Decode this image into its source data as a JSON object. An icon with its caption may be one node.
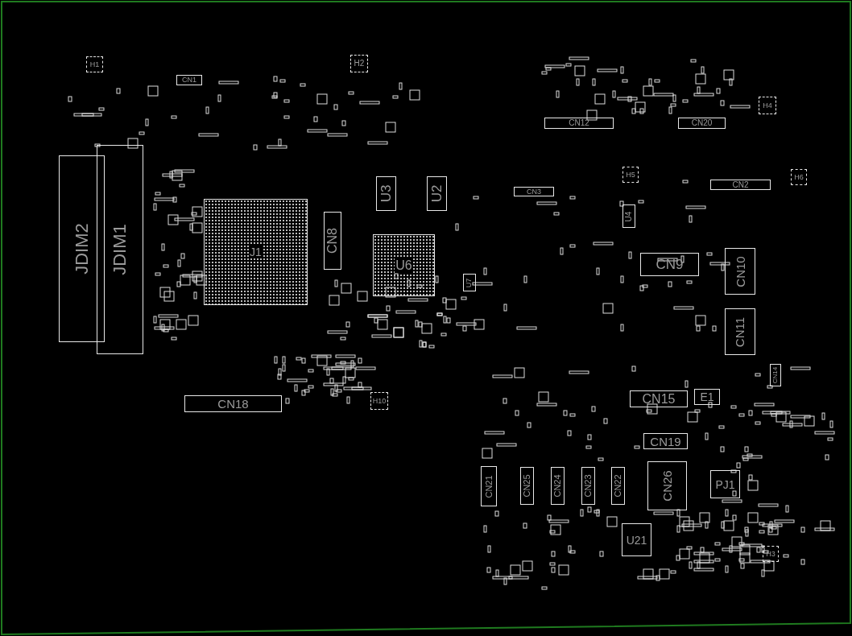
{
  "diagram": {
    "nodes": [
      {
        "text": [
          "H1"
        ]
      },
      {
        "text": [
          "CN1"
        ]
      },
      {
        "text": [
          "H2"
        ]
      },
      {
        "text": [
          "CN12"
        ]
      },
      {
        "text": [
          "CN20"
        ]
      },
      {
        "text": [
          "H4"
        ]
      },
      {
        "text": [
          "JDIM2"
        ]
      },
      {
        "text": [
          "JDIM1"
        ]
      },
      {
        "text": [
          "H5"
        ]
      },
      {
        "text": [
          "H6"
        ]
      },
      {
        "text": [
          "U3"
        ]
      },
      {
        "text": [
          "U2"
        ]
      },
      {
        "text": [
          "CN3"
        ]
      },
      {
        "text": [
          "CN2"
        ]
      },
      {
        "text": [
          "J1"
        ]
      },
      {
        "text": [
          "CN8"
        ]
      },
      {
        "text": [
          "U4"
        ]
      },
      {
        "text": [
          "U6"
        ]
      },
      {
        "text": [
          "CN9"
        ]
      },
      {
        "text": [
          "CN10"
        ]
      },
      {
        "text": [
          "U7"
        ]
      },
      {
        "text": [
          "CN11"
        ]
      },
      {
        "text": [
          "CN14"
        ]
      },
      {
        "text": [
          "H10"
        ]
      },
      {
        "text": [
          "CN18"
        ]
      },
      {
        "text": [
          "CN15"
        ]
      },
      {
        "text": [
          "E1"
        ]
      },
      {
        "text": [
          "CN19"
        ]
      },
      {
        "text": [
          "CN21"
        ]
      },
      {
        "text": [
          "CN25"
        ]
      },
      {
        "text": [
          "CN24"
        ]
      },
      {
        "text": [
          "CN23"
        ]
      },
      {
        "text": [
          "CN22"
        ]
      },
      {
        "text": [
          "CN26"
        ]
      },
      {
        "text": [
          "PJ1"
        ]
      },
      {
        "text": [
          "U21"
        ]
      },
      {
        "text": [
          "H3"
        ]
      }
    ]
  }
}
